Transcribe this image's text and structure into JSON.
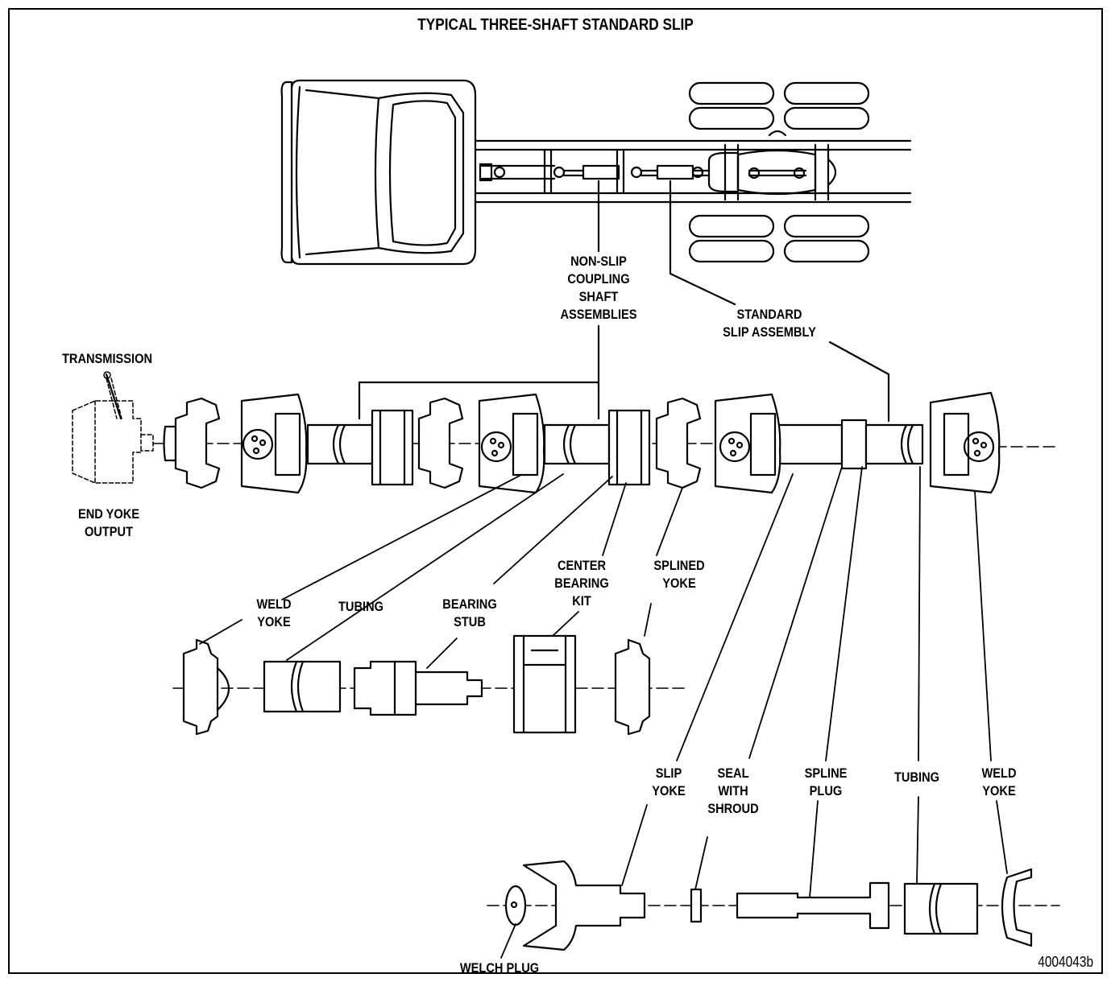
{
  "title": "TYPICAL THREE-SHAFT STANDARD SLIP",
  "figure_number": "4004043b",
  "labels": {
    "non_slip": "NON-SLIP\nCOUPLING\nSHAFT\nASSEMBLIES",
    "standard_slip": "STANDARD\nSLIP ASSEMBLY",
    "transmission": "TRANSMISSION",
    "end_yoke_output": "END YOKE\nOUTPUT",
    "weld_yoke_1": "WELD\nYOKE",
    "tubing_1": "TUBING",
    "bearing_stub": "BEARING\nSTUB",
    "center_bearing_kit": "CENTER\nBEARING\nKIT",
    "splined_yoke": "SPLINED\nYOKE",
    "slip_yoke": "SLIP\nYOKE",
    "seal_with_shroud": "SEAL\nWITH\nSHROUD",
    "spline_plug": "SPLINE\nPLUG",
    "tubing_2": "TUBING",
    "weld_yoke_2": "WELD\nYOKE",
    "welch_plug": "WELCH PLUG"
  }
}
